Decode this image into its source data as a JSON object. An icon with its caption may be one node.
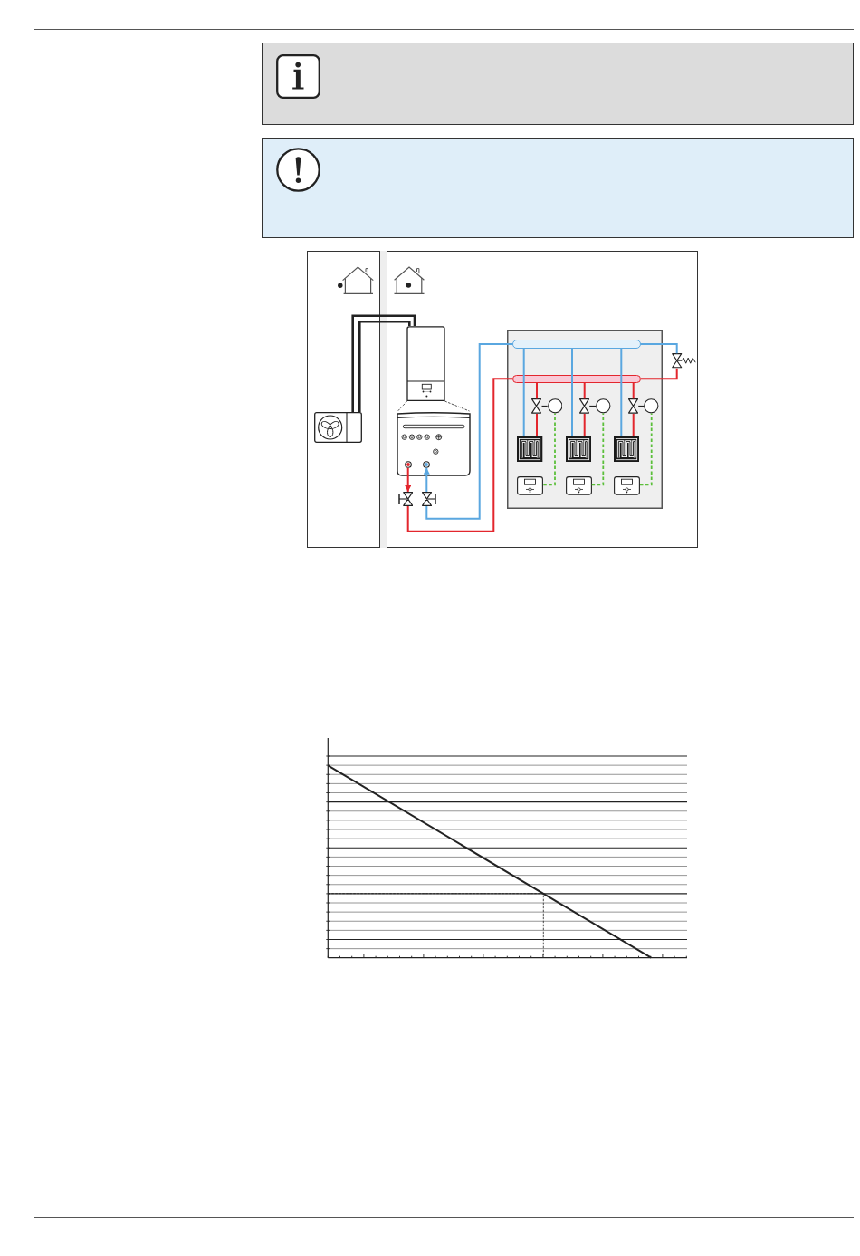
{
  "diagram": {
    "nodes": [
      {
        "text": [],
        "shape": "picture"
      },
      {
        "text": [],
        "shape": "picture"
      },
      {
        "text": [],
        "shape": "picture"
      },
      {
        "text": [],
        "shape": "circle",
        "in": 2
      },
      {
        "text": [],
        "shape": "circle",
        "in": 2
      },
      {
        "text": [],
        "shape": "valve"
      },
      {
        "text": [],
        "shape": "valve"
      },
      {
        "text": [],
        "shape": "box"
      },
      {
        "text": [],
        "shape": "bar",
        "in": 7
      },
      {
        "text": [],
        "shape": "bar",
        "in": 7
      },
      {
        "text": [],
        "shape": "valve"
      },
      {
        "text": [],
        "shape": "valve",
        "in": 7
      },
      {
        "text": [],
        "shape": "circle",
        "in": 7
      },
      {
        "text": [],
        "shape": "picture",
        "in": 7
      },
      {
        "text": [],
        "shape": "picture",
        "in": 7
      },
      {
        "text": [],
        "shape": "valve",
        "in": 7
      },
      {
        "text": [],
        "shape": "circle",
        "in": 7
      },
      {
        "text": [],
        "shape": "picture",
        "in": 7
      },
      {
        "text": [],
        "shape": "picture",
        "in": 7
      },
      {
        "text": [],
        "shape": "valve",
        "in": 7
      },
      {
        "text": [],
        "shape": "circle",
        "in": 7
      },
      {
        "text": [],
        "shape": "picture",
        "in": 7
      },
      {
        "text": [],
        "shape": "picture",
        "in": 7
      }
    ],
    "edges": [
      {
        "from": 0,
        "to": 1,
        "arrow": "none",
        "color": "#222222"
      },
      {
        "from": 0,
        "to": 1,
        "arrow": "none",
        "color": "#222222"
      },
      {
        "from": 1,
        "to": 2,
        "arrow": "none",
        "style": "dashed",
        "color": "#222222"
      },
      {
        "from": 1,
        "to": 2,
        "arrow": "none",
        "style": "dashed",
        "color": "#222222"
      },
      {
        "from": 3,
        "to": 5,
        "arrow": "to",
        "color": "#e3262d"
      },
      {
        "from": 6,
        "to": 4,
        "arrow": "to",
        "color": "#5aa7e0"
      },
      {
        "from": 5,
        "to": 9,
        "arrow": "none",
        "color": "#e3262d"
      },
      {
        "from": 6,
        "to": 8,
        "arrow": "none",
        "color": "#5aa7e0"
      },
      {
        "from": 8,
        "to": 10,
        "arrow": "none",
        "color": "#5aa7e0"
      },
      {
        "from": 10,
        "to": 9,
        "arrow": "none",
        "color": "#e3262d"
      },
      {
        "from": 9,
        "to": 11,
        "arrow": "none",
        "color": "#e3262d"
      },
      {
        "from": 11,
        "to": 13,
        "arrow": "none",
        "color": "#e3262d"
      },
      {
        "from": 13,
        "to": 8,
        "arrow": "none",
        "color": "#5aa7e0"
      },
      {
        "from": 11,
        "to": 12,
        "arrow": "none",
        "color": "#222222"
      },
      {
        "from": 14,
        "to": 12,
        "arrow": "none",
        "style": "dashed",
        "color": "#5bbf3a"
      },
      {
        "from": 9,
        "to": 15,
        "arrow": "none",
        "color": "#e3262d"
      },
      {
        "from": 15,
        "to": 17,
        "arrow": "none",
        "color": "#e3262d"
      },
      {
        "from": 17,
        "to": 8,
        "arrow": "none",
        "color": "#5aa7e0"
      },
      {
        "from": 15,
        "to": 16,
        "arrow": "none",
        "color": "#222222"
      },
      {
        "from": 18,
        "to": 16,
        "arrow": "none",
        "style": "dashed",
        "color": "#5bbf3a"
      },
      {
        "from": 9,
        "to": 19,
        "arrow": "none",
        "color": "#e3262d"
      },
      {
        "from": 19,
        "to": 21,
        "arrow": "none",
        "color": "#e3262d"
      },
      {
        "from": 21,
        "to": 8,
        "arrow": "none",
        "color": "#5aa7e0"
      },
      {
        "from": 19,
        "to": 20,
        "arrow": "none",
        "color": "#222222"
      },
      {
        "from": 22,
        "to": 20,
        "arrow": "none",
        "style": "dashed",
        "color": "#5bbf3a"
      }
    ]
  }
}
